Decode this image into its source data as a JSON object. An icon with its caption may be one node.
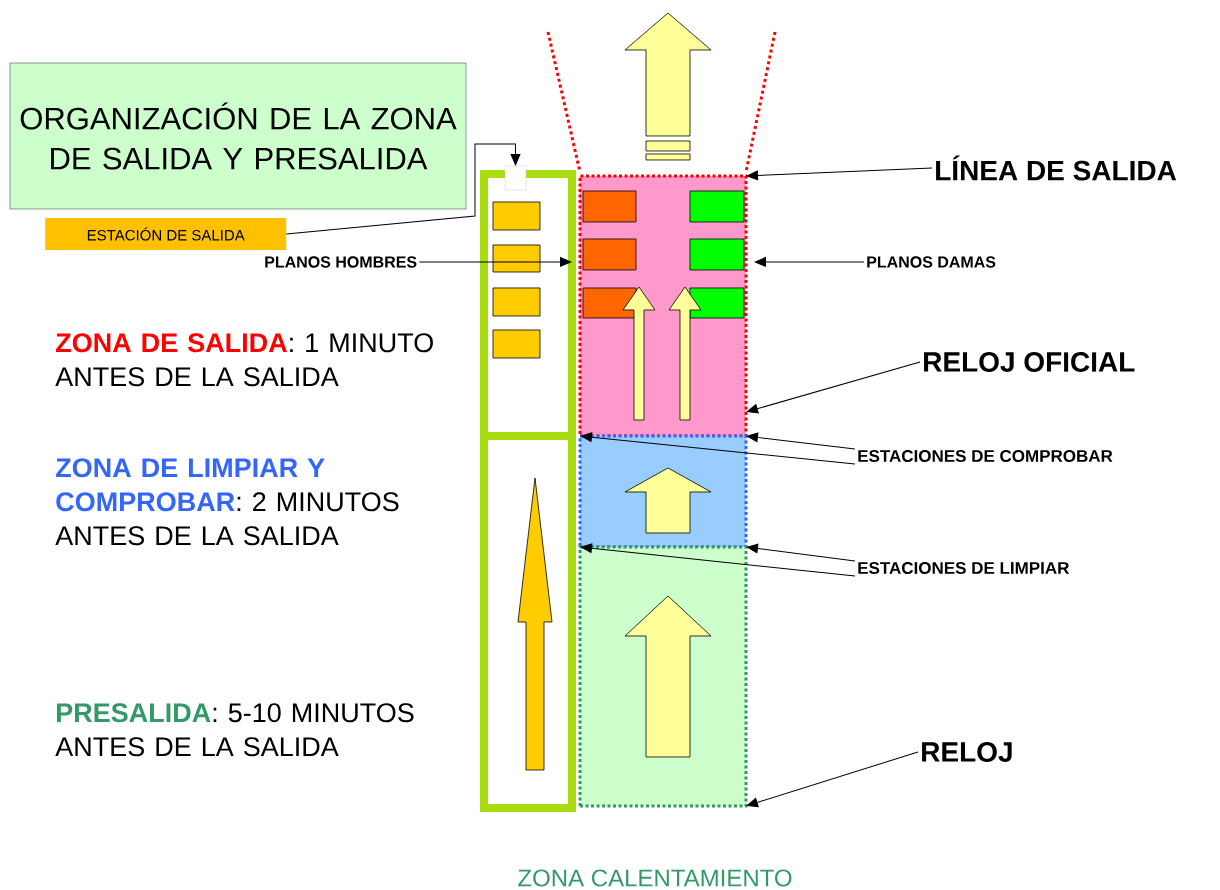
{
  "diagram": {
    "nodes": [
      {
        "text": [
          "ORGANIZACIÓN DE LA ZONA DE SALIDA Y PRESALIDA"
        ]
      },
      {
        "text": [
          "ESTACIÓN DE SALIDA"
        ]
      },
      {
        "text": [
          "PLANOS HOMBRES"
        ]
      },
      {
        "text": [
          "PLANOS DAMAS"
        ]
      },
      {
        "text": [
          "LÍNEA DE SALIDA"
        ]
      },
      {
        "text": [
          "RELOJ OFICIAL"
        ]
      },
      {
        "text": [
          "ESTACIONES DE COMPROBAR"
        ]
      },
      {
        "text": [
          "ESTACIONES DE LIMPIAR"
        ]
      },
      {
        "text": [
          "RELOJ"
        ]
      },
      {
        "text": [],
        "shape": "box"
      },
      {
        "text": [],
        "shape": "box"
      },
      {
        "text": [],
        "shape": "box"
      },
      {
        "text": [],
        "shape": "box"
      },
      {
        "text": [],
        "shape": "box"
      },
      {
        "text": [],
        "shape": "box"
      }
    ],
    "edges": [
      {
        "from": 1,
        "to": 14,
        "arrow": "to"
      },
      {
        "from": 2,
        "to": 9,
        "arrow": "to"
      },
      {
        "from": 3,
        "to": 11,
        "arrow": "to"
      },
      {
        "from": 4,
        "to": 11,
        "arrow": "to"
      },
      {
        "from": 5,
        "to": 11,
        "arrow": "to"
      },
      {
        "from": 6,
        "to": 12,
        "arrow": "to"
      },
      {
        "from": 6,
        "to": 12,
        "arrow": "to"
      },
      {
        "from": 7,
        "to": 13,
        "arrow": "to"
      },
      {
        "from": 7,
        "to": 13,
        "arrow": "to"
      },
      {
        "from": 8,
        "to": 13,
        "arrow": "to"
      }
    ],
    "labels": [
      "ZONA DE SALIDA",
      ": 1 MINUTO ANTES DE LA SALIDA",
      "ZONA DE LIMPIAR Y COMPROBAR",
      ": 2 MINUTOS ANTES DE LA SALIDA",
      "PRESALIDA",
      ": 5-10 MINUTOS ANTES DE LA SALIDA",
      "ZONA CALENTAMIENTO"
    ]
  }
}
